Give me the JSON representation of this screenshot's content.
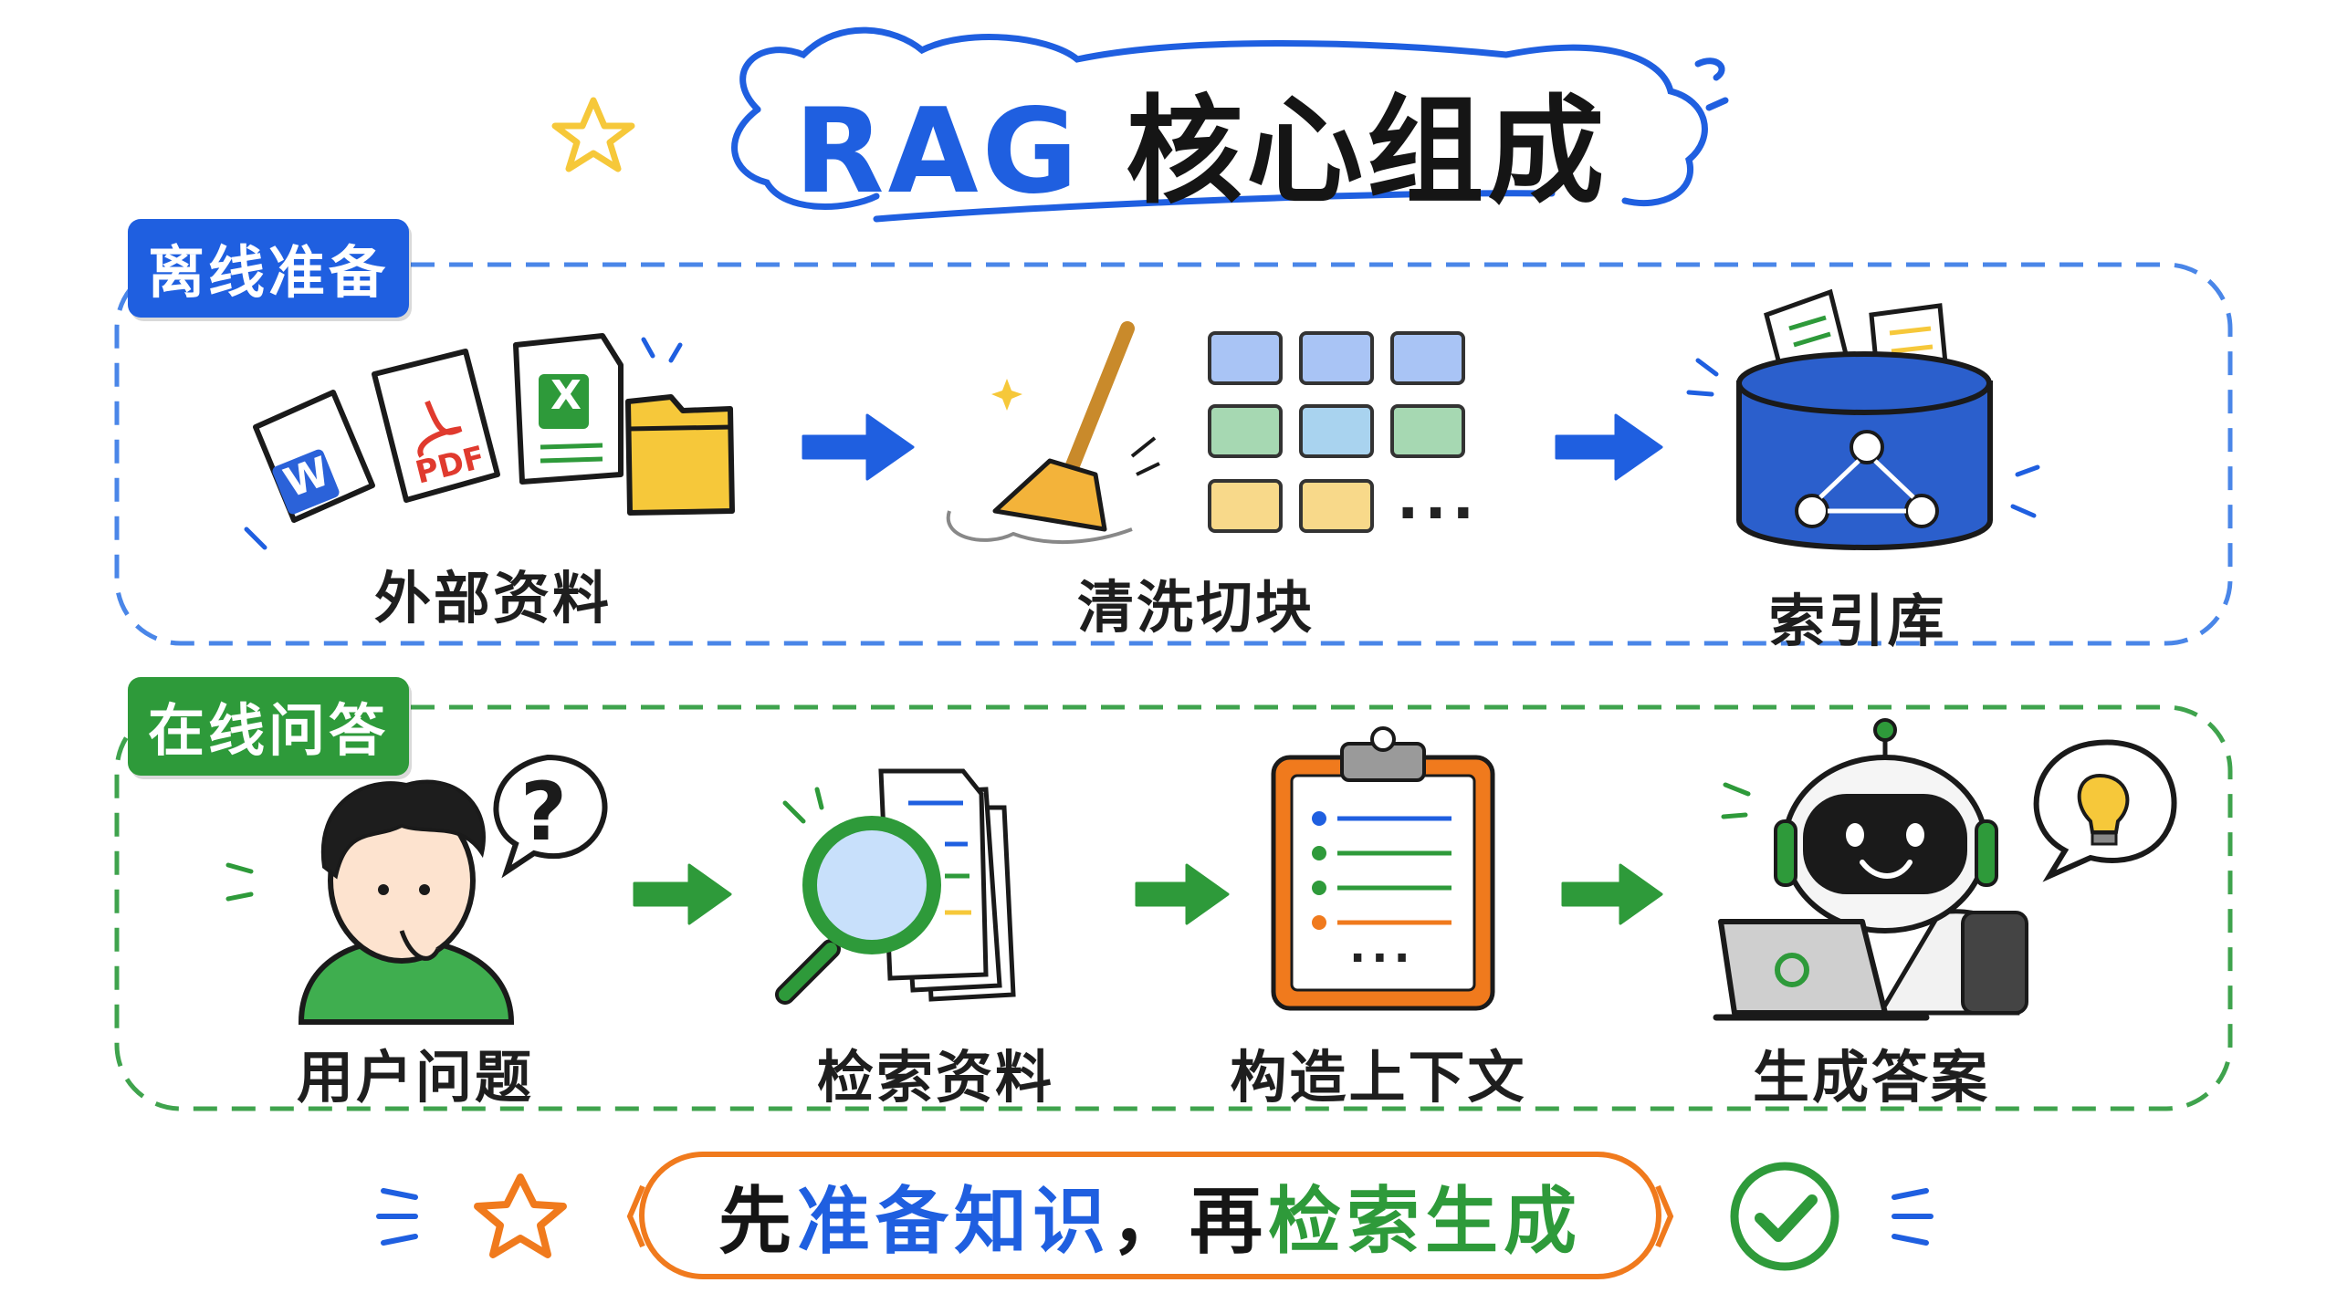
{
  "title": {
    "prefix": "RAG",
    "suffix": "核心组成"
  },
  "sections": {
    "offline": {
      "label": "离线准备",
      "steps": [
        "外部资料",
        "清洗切块",
        "索引库"
      ]
    },
    "online": {
      "label": "在线问答",
      "steps": [
        "用户问题",
        "检索资料",
        "构造上下文",
        "生成答案"
      ]
    }
  },
  "icons": {
    "file_types": [
      "W",
      "PDF",
      "X"
    ],
    "question": "?",
    "ellipsis": "..."
  },
  "summary": {
    "part1": "先",
    "part2": "准备知识",
    "part3": "，再",
    "part4": "检索生成"
  },
  "colors": {
    "blue": "#1f5fe0",
    "green": "#2e9a3a",
    "orange": "#f07a1d",
    "yellow": "#f6c83a"
  }
}
